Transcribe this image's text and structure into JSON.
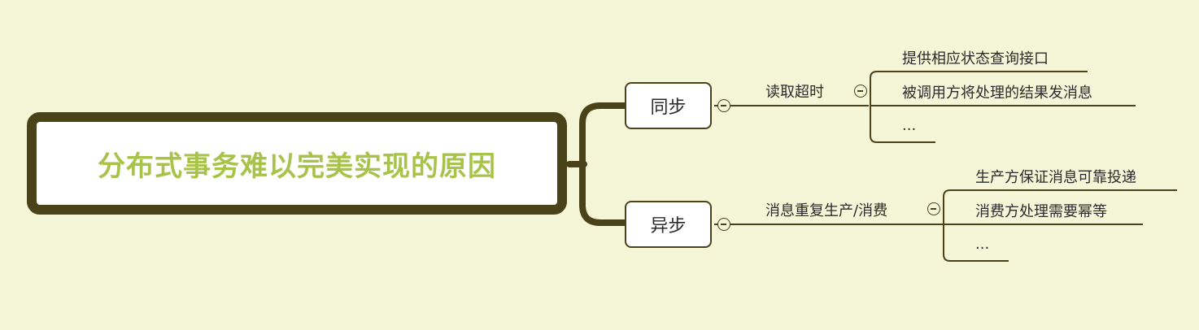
{
  "root": {
    "label": "分布式事务难以完美实现的原因"
  },
  "branches": [
    {
      "label": "同步",
      "sub": {
        "label": "读取超时",
        "leaves": [
          "提供相应状态查询接口",
          "被调用方将处理的结果发消息",
          "..."
        ]
      }
    },
    {
      "label": "异步",
      "sub": {
        "label": "消息重复生产/消费",
        "leaves": [
          "生产方保证消息可靠投递",
          "消费方处理需要幂等",
          "..."
        ]
      }
    }
  ],
  "colors": {
    "background": "#f5f6d7",
    "outline": "#4a4219",
    "root_text": "#a9c24a"
  }
}
